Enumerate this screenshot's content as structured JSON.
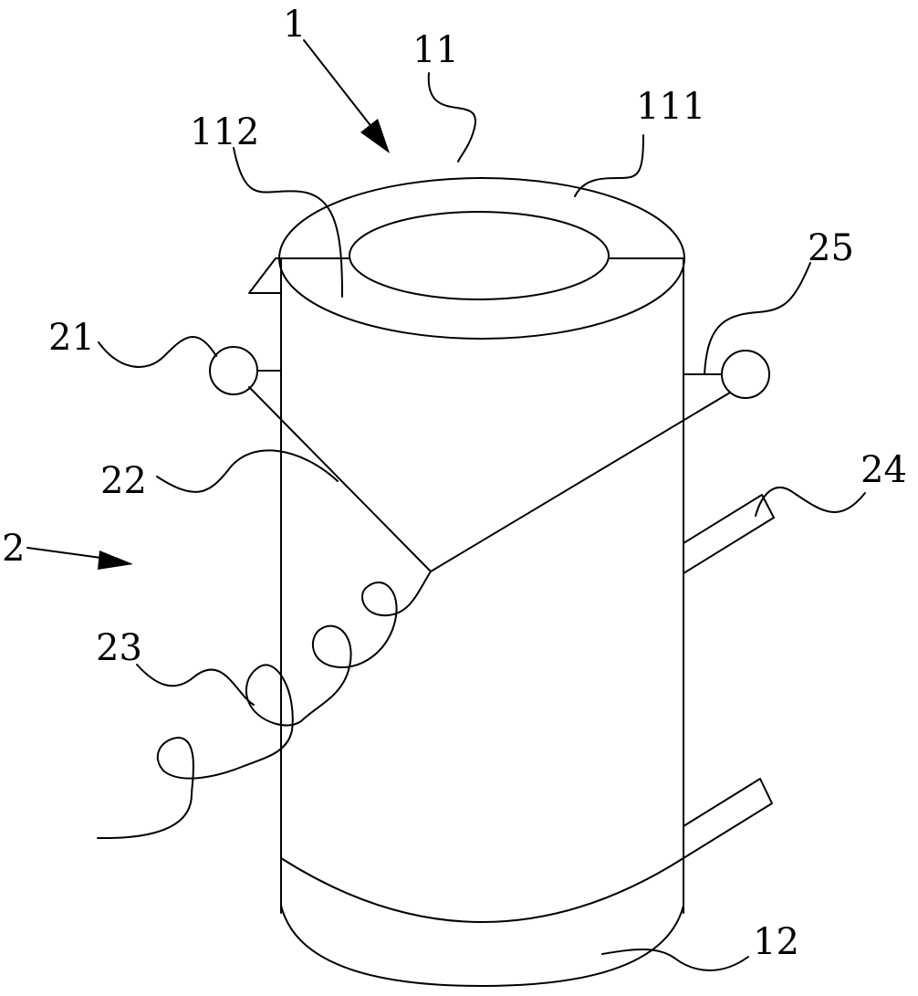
{
  "labels": {
    "l1": "1",
    "l11": "11",
    "l111": "111",
    "l112": "112",
    "l12": "12",
    "l2": "2",
    "l21": "21",
    "l22": "22",
    "l23": "23",
    "l24": "24",
    "l25": "25"
  }
}
